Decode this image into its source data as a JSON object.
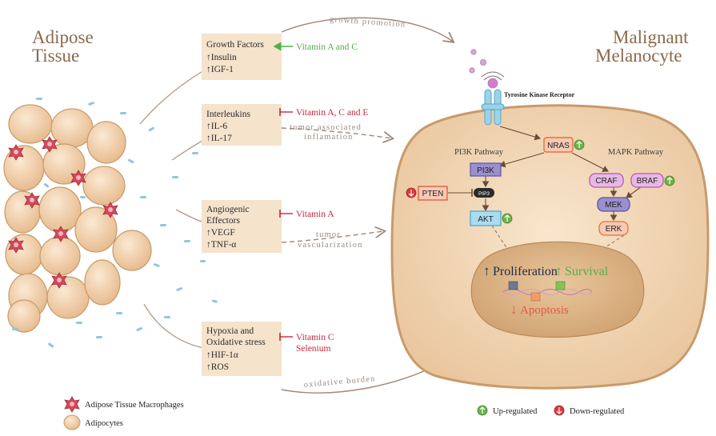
{
  "colors": {
    "box_fill": "#f6e3cc",
    "cell_fill": "#efd2ae",
    "cell_stroke": "#c89a6b",
    "nucleus_fill": "#dcb588",
    "green": "#4fb04a",
    "red": "#c8283c",
    "arrow_brown": "#a08878"
  },
  "titles": {
    "adipose_line1": "Adipose",
    "adipose_line2": "Tissue",
    "melanocyte_line1": "Malignant",
    "melanocyte_line2": "Melanocyte"
  },
  "factor_boxes": [
    {
      "lines": [
        "Growth Factors",
        "↑Insulin",
        "↑IGF-1"
      ]
    },
    {
      "lines": [
        "Interleukins",
        "↑IL-6",
        "↑IL-17"
      ]
    },
    {
      "lines": [
        "Angiogenic",
        "Effectors",
        "↑VEGF",
        "↑TNF-α"
      ]
    },
    {
      "lines": [
        "Hypoxia and",
        "Oxidative stress",
        "↑HIF-1α",
        "↑ROS"
      ]
    }
  ],
  "vitamin_labels": {
    "growth": "Vitamin A and C",
    "interleukins": "Vitamin A, C and E",
    "angiogenic": "Vitamin A",
    "hypoxia_line1": "Vitamin C",
    "hypoxia_line2": "Selenium"
  },
  "arrow_labels": {
    "growth_promotion": "growth promotion",
    "inflammation_line1": "tumor associated",
    "inflammation_line2": "inflamation",
    "vascularization_line1": "tumor",
    "vascularization_line2": "vascularization",
    "oxidative_burden": "oxidative burden"
  },
  "pathway": {
    "receptor_label": "Tyrosine Kinase Receptor",
    "pi3k_pathway": "PI3K Pathway",
    "mapk_pathway": "MAPK Pathway",
    "nras": "NRAS",
    "pi3k": "PI3K",
    "pten": "PTEN",
    "pip3": "PIP3",
    "akt": "AKT",
    "craf": "CRAF",
    "braf": "BRAF",
    "mek": "MEK",
    "erk": "ERK"
  },
  "nucleus": {
    "proliferation": "Proliferation",
    "survival": "Survival",
    "apoptosis": "Apoptosis"
  },
  "legend": {
    "macrophages": "Adipose Tissue Macrophages",
    "adipocytes": "Adipocytes",
    "up_regulated": "Up-regulated",
    "down_regulated": "Down-regulated"
  }
}
